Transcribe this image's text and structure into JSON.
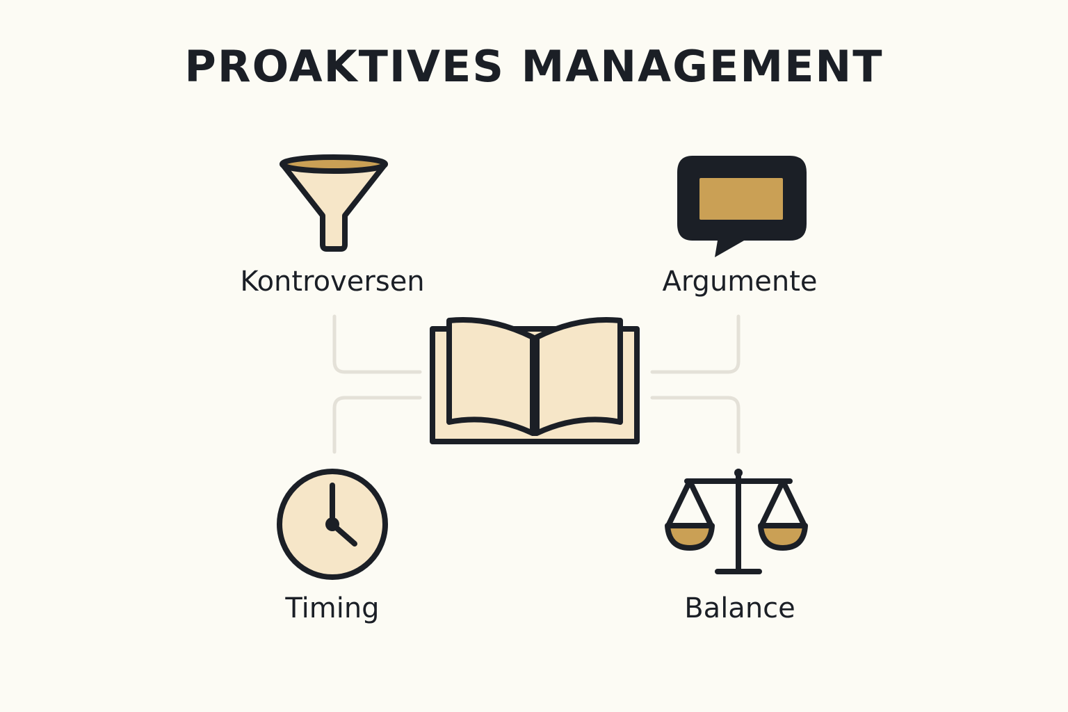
{
  "title": "PROAKTIVES MANAGEMENT",
  "items": [
    {
      "label": "Kontroversen",
      "icon": "funnel-icon"
    },
    {
      "label": "Argumente",
      "icon": "speech-bubble-icon"
    },
    {
      "label": "Timing",
      "icon": "clock-icon"
    },
    {
      "label": "Balance",
      "icon": "scale-icon"
    }
  ],
  "center_icon": "open-book-icon",
  "colors": {
    "background": "#fcfbf4",
    "outline": "#1b1f26",
    "fill_light": "#f6e6c8",
    "fill_accent": "#caa055",
    "connector": "#e4e1d8"
  }
}
